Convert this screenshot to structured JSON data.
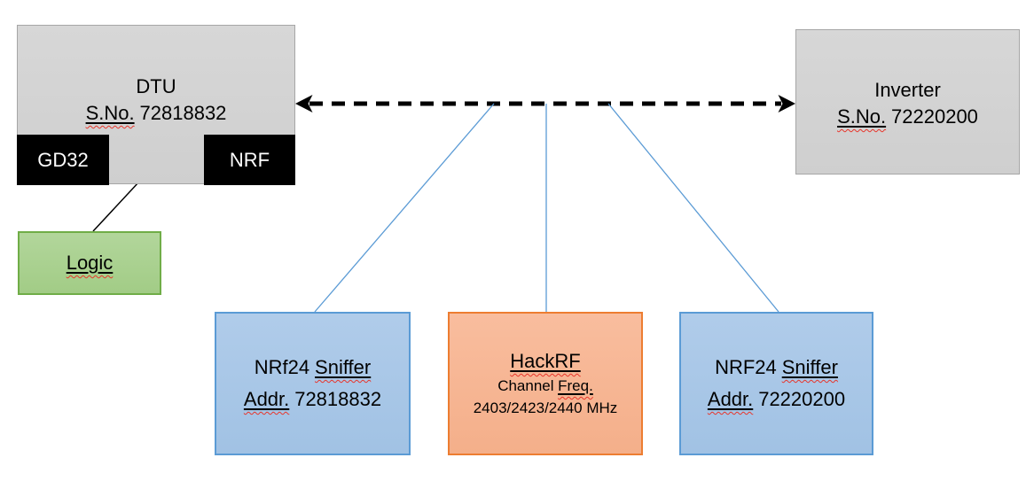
{
  "diagram": {
    "dtu": {
      "title": "DTU",
      "serial_label": "S.No.",
      "serial": "72818832"
    },
    "gd32": {
      "label": "GD32"
    },
    "nrf": {
      "label": "NRF"
    },
    "logic": {
      "label": "Logic"
    },
    "inverter": {
      "title": "Inverter",
      "serial_label": "S.No.",
      "serial": "72220200"
    },
    "sniffer_left": {
      "name_head": "NRf24",
      "name_tail": "Sniffer",
      "addr_label": "Addr.",
      "addr": "72818832"
    },
    "hackrf": {
      "title": "HackRF",
      "channel_head": "Channel",
      "channel_tail": "Freq.",
      "frequencies": "2403/2423/2440 MHz"
    },
    "sniffer_right": {
      "name_head": "NRF24",
      "name_tail": "Sniffer",
      "addr_label": "Addr.",
      "addr": "72220200"
    }
  },
  "colors": {
    "gray_fill": "#D2D2D2",
    "gray_border": "#A6A6A6",
    "black_fill": "#000000",
    "green_fill": "#A9D18E",
    "green_border": "#70AD47",
    "blue_fill": "#A8C6E8",
    "blue_border": "#5B9BD5",
    "orange_fill": "#F7B690",
    "orange_border": "#ED7D31",
    "connector_blue": "#5B9BD5",
    "arrow_black": "#000000",
    "spellcheck_red": "#E8352B"
  }
}
